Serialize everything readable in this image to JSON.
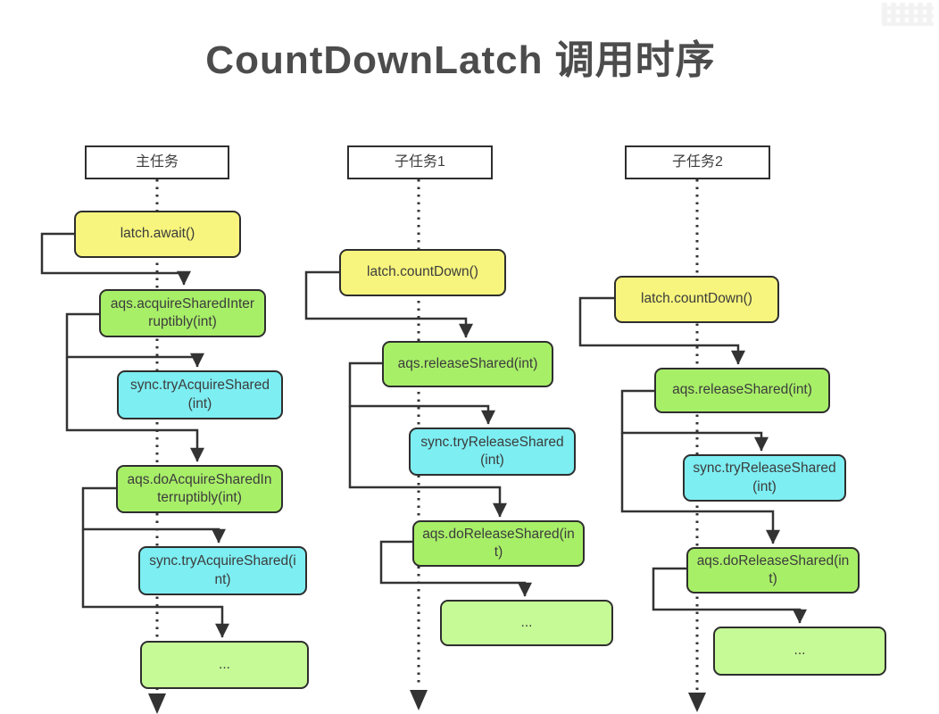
{
  "title": "CountDownLatch 调用时序",
  "colors": {
    "yellow_call": "#f7f57d",
    "green_call": "#a8ef68",
    "light_green_call": "#c6fa96",
    "cyan_call": "#7deef2",
    "line": "#333333",
    "title_text": "#4c4c4c",
    "box_text": "#3c3c3c"
  },
  "lanes": [
    {
      "name": "主任务",
      "boxes": [
        {
          "label": "latch.await()",
          "type": "yellow"
        },
        {
          "label": "aqs.acquireSharedInterruptibly(int)",
          "type": "green"
        },
        {
          "label": "sync.tryAcquireShared(int)",
          "type": "cyan"
        },
        {
          "label": "aqs.doAcquireSharedInterruptibly(int)",
          "type": "green"
        },
        {
          "label": "sync.tryAcquireShared(int)",
          "type": "cyan"
        },
        {
          "label": "...",
          "type": "light"
        }
      ]
    },
    {
      "name": "子任务1",
      "boxes": [
        {
          "label": "latch.countDown()",
          "type": "yellow"
        },
        {
          "label": "aqs.releaseShared(int)",
          "type": "green"
        },
        {
          "label": "sync.tryReleaseShared(int)",
          "type": "cyan"
        },
        {
          "label": "aqs.doReleaseShared(int)",
          "type": "green"
        },
        {
          "label": "...",
          "type": "light"
        }
      ]
    },
    {
      "name": "子任务2",
      "boxes": [
        {
          "label": "latch.countDown()",
          "type": "yellow"
        },
        {
          "label": "aqs.releaseShared(int)",
          "type": "green"
        },
        {
          "label": "sync.tryReleaseShared(int)",
          "type": "cyan"
        },
        {
          "label": "aqs.doReleaseShared(int)",
          "type": "green"
        },
        {
          "label": "...",
          "type": "light"
        }
      ]
    }
  ]
}
